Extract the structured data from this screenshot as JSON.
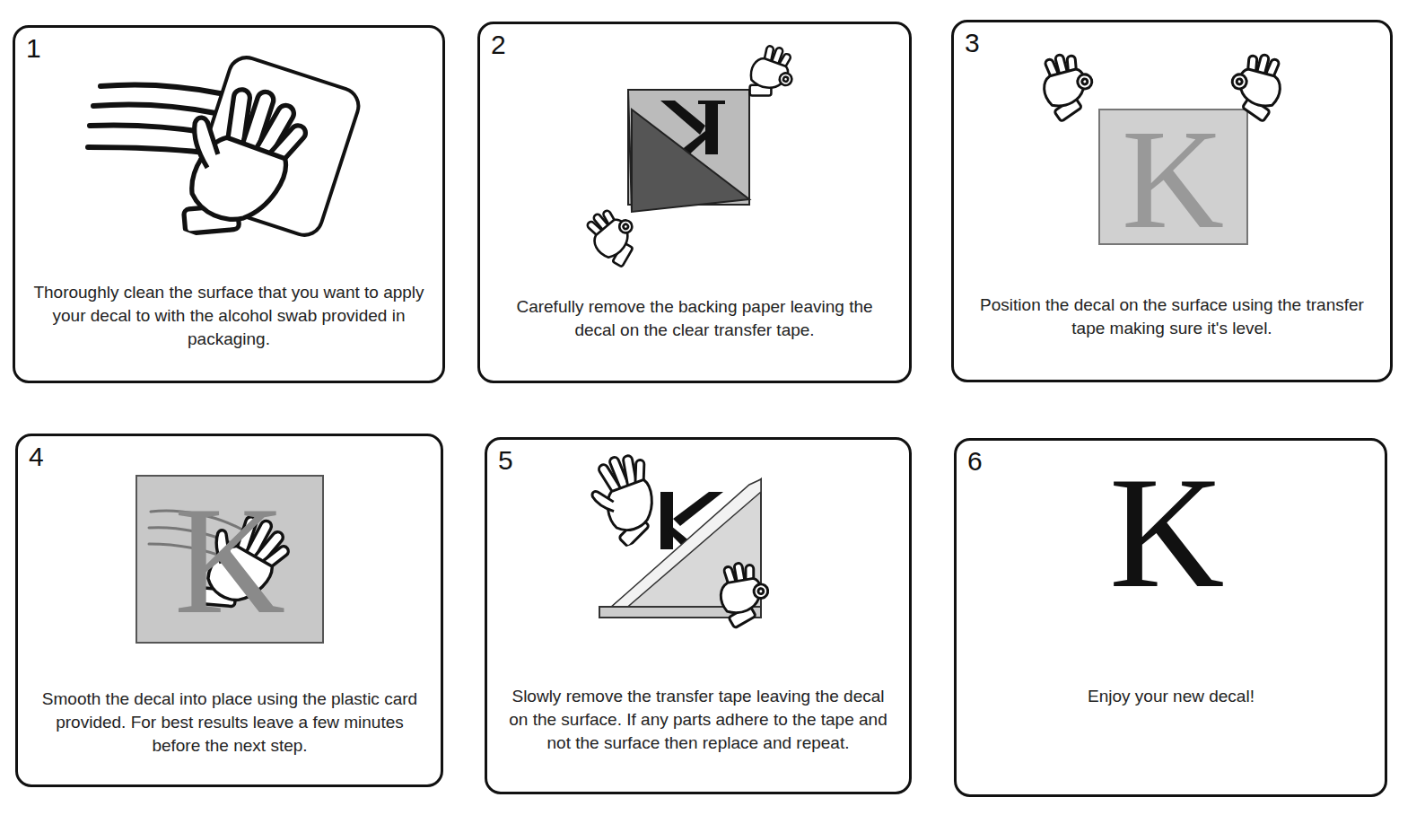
{
  "diagram": {
    "nodes": [
      {
        "text": [
          "1",
          "Thoroughly clean the surface that you want to apply your decal to with the alcohol swab provided in packaging."
        ]
      },
      {
        "text": [
          "2",
          "Carefully remove the backing paper leaving the decal on the clear transfer tape."
        ]
      },
      {
        "text": [
          "3",
          "Position the decal on the surface using the transfer tape making sure it's level."
        ]
      },
      {
        "text": [
          "4",
          "Smooth the decal into place using the plastic card provided. For best results leave a few minutes before the next step."
        ]
      },
      {
        "text": [
          "5",
          "Slowly remove the transfer tape leaving the decal on the surface. If any parts adhere to the tape and not the surface then replace and repeat."
        ]
      },
      {
        "text": [
          "6",
          "Enjoy your new decal!"
        ]
      }
    ],
    "labels": [
      "K",
      "K",
      "K"
    ]
  }
}
